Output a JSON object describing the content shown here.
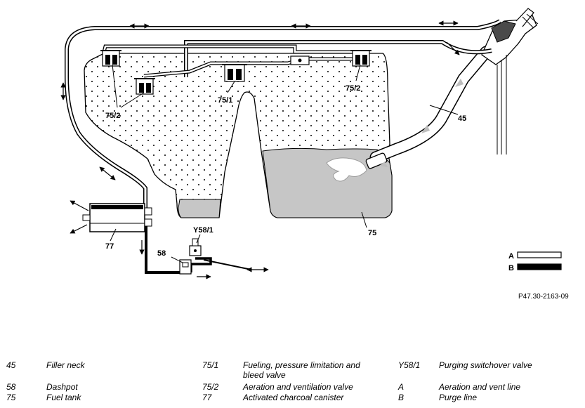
{
  "callouts": {
    "c45": "45",
    "c75_1": "75/1",
    "c75_2_left": "75/2",
    "c75_2_right": "75/2",
    "c75": "75",
    "c77": "77",
    "c58": "58",
    "cY58_1": "Y58/1"
  },
  "line_key": [
    {
      "code": "A",
      "style": "open"
    },
    {
      "code": "B",
      "style": "filled"
    }
  ],
  "reference": "P47.30-2163-09",
  "legend": [
    {
      "code": "45",
      "text": "Filler neck"
    },
    {
      "code": "58",
      "text": "Dashpot"
    },
    {
      "code": "75",
      "text": "Fuel tank"
    },
    {
      "code": "75/1",
      "text": "Fueling, pressure limitation and",
      "text2": "bleed valve"
    },
    {
      "code": "75/2",
      "text": "Aeration and ventilation valve"
    },
    {
      "code": "77",
      "text": "Activated charcoal canister"
    },
    {
      "code": "Y58/1",
      "text": "Purging switchover valve"
    },
    {
      "code": "A",
      "text": "Aeration and vent line"
    },
    {
      "code": "B",
      "text": "Purge line"
    }
  ],
  "colors": {
    "fuel": "#c6c6c6",
    "line": "#000000",
    "arrow_fill": "#bdbdbd"
  }
}
